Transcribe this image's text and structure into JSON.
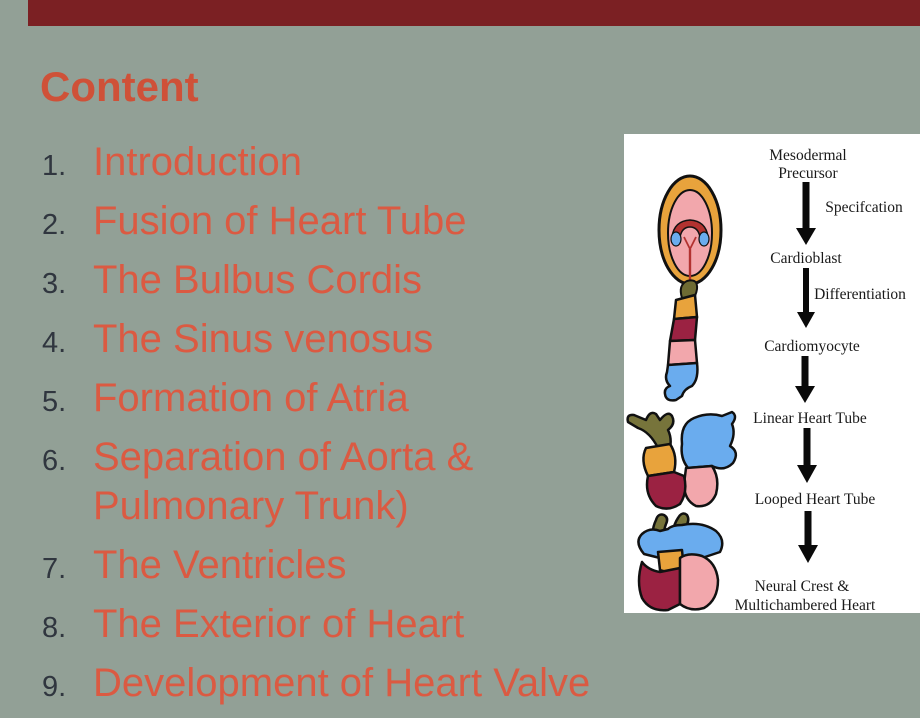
{
  "colors": {
    "background": "#92A096",
    "top_bar": "#7B2023",
    "title_text": "#CF5138",
    "list_text": "#DB5A42",
    "list_number": "#30363F",
    "diagram_background": "#FFFFFF",
    "illustration": {
      "yellow": "#E8A33C",
      "pink": "#F2A7AC",
      "maroon": "#9B2242",
      "blue": "#6AACEE",
      "olive": "#77743B",
      "outline": "#111111"
    }
  },
  "title": "Content",
  "list": {
    "items": [
      {
        "num": "1.",
        "label": "Introduction"
      },
      {
        "num": "2.",
        "label": "Fusion of Heart Tube"
      },
      {
        "num": "3.",
        "label": "The Bulbus Cordis"
      },
      {
        "num": "4.",
        "label": "The Sinus venosus"
      },
      {
        "num": "5.",
        "label": "Formation of Atria"
      },
      {
        "num": "6.",
        "label": "Separation of Aorta & Pulmonary Trunk)"
      },
      {
        "num": "7.",
        "label": "The Ventricles"
      },
      {
        "num": "8.",
        "label": "The Exterior of Heart"
      },
      {
        "num": "9.",
        "label": "Development of Heart Valve"
      }
    ]
  },
  "diagram": {
    "stage_mesodermal_line1": "Mesodermal",
    "stage_mesodermal_line2": "Precursor",
    "transition_specification": "Specifcation",
    "stage_cardioblast": "Cardioblast",
    "transition_differentiation": "Differentiation",
    "stage_cardiomyocyte": "Cardiomyocyte",
    "stage_linear_heart_tube": "Linear Heart Tube",
    "stage_looped_heart_tube": "Looped Heart Tube",
    "stage_neural_line1": "Neural Crest &",
    "stage_neural_line2": "Multichambered Heart"
  }
}
